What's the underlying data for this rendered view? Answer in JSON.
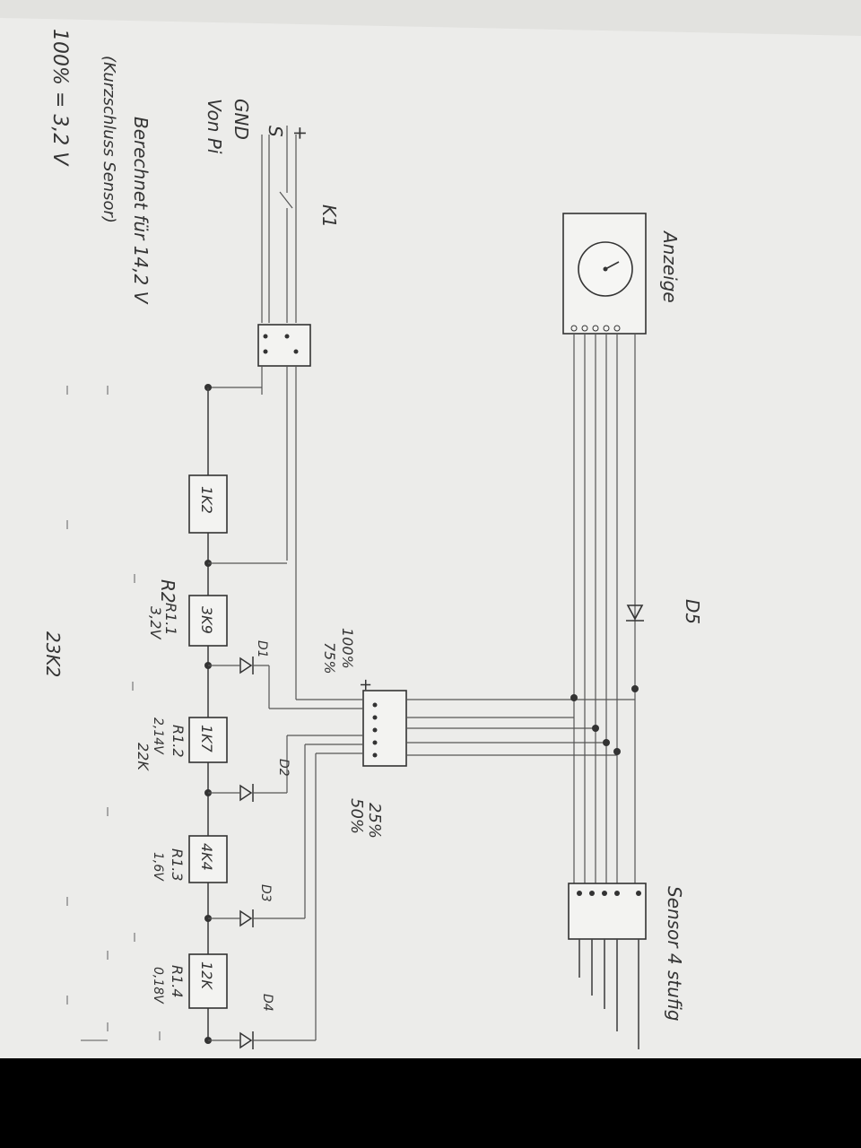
{
  "labels": {
    "display": "Anzeige",
    "display_resistor": "D5",
    "sensor": "Sensor 4 stufig",
    "relay": "K1",
    "pi_plus": "+",
    "pi_s": "S",
    "pi_gnd": "GND",
    "from_pi": "Von Pi",
    "note_line1": "Berechnet für 14,2 V",
    "note_line2": "(Kurzschluss Sensor)",
    "note_line3": "100% = 3,2 V",
    "r_1k2": "1K2",
    "r2": "R2",
    "r_3k9": "3K9",
    "r1_1": "R1.1",
    "r1_1_v": "3,2V",
    "d1": "D1",
    "r_1k7": "1K7",
    "d2": "D2",
    "r1_2": "R1.2",
    "r1_2_v": "2,14V",
    "r1_2_sum": "22K",
    "r_4k4": "4K4",
    "d3": "D3",
    "r1_3": "R1.3",
    "r1_3_v": "1,6V",
    "r_12k": "12K",
    "d4": "D4",
    "r1_4": "R1.4",
    "r1_4_v": "0,18V",
    "pct_100": "100%",
    "pct_75": "75%",
    "pct_25": "25%",
    "pct_50": "50%",
    "conn_plus": "+",
    "total": "23K2"
  }
}
